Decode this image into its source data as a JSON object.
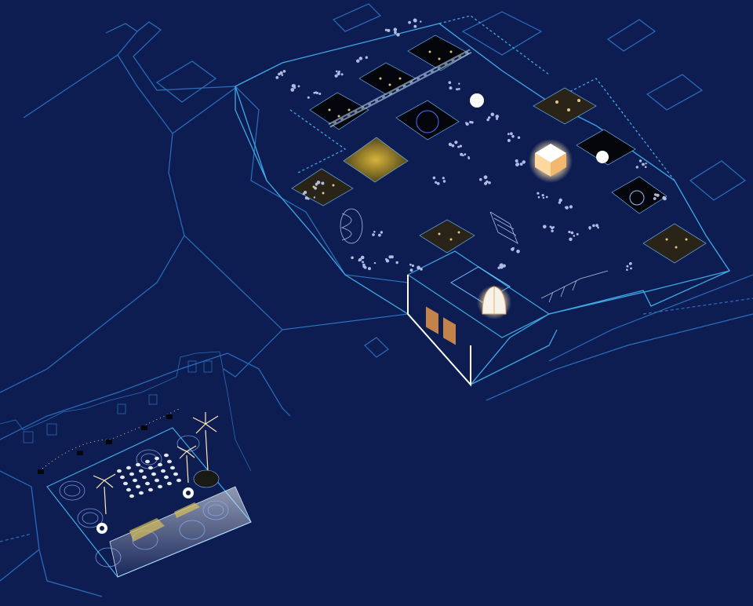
{
  "palette": {
    "background": "#0d1d52",
    "outline": "#3fa9e6",
    "outline_dim": "#2a6db0",
    "platform_dark": "#05060c",
    "platform_brown": "#2a2418",
    "glow_white": "#ffffff",
    "glow_warm": "#ffd58a",
    "glow_gold": "#c9a227",
    "accent_blue": "#4a6cff"
  },
  "zones": [
    {
      "name": "courtyard-event-terrace",
      "kind": "festival-plaza"
    },
    {
      "name": "upper-terrace-platforms",
      "kind": "platform-grid"
    },
    {
      "name": "central-hall",
      "kind": "lit-building"
    },
    {
      "name": "illuminated-pavilion",
      "kind": "glowing-cube"
    },
    {
      "name": "street-outline",
      "kind": "context"
    }
  ],
  "icons": [
    "palm-tree-icon",
    "spotlight-icon",
    "string-lights-icon",
    "dome-icon",
    "table-cluster-icon"
  ]
}
